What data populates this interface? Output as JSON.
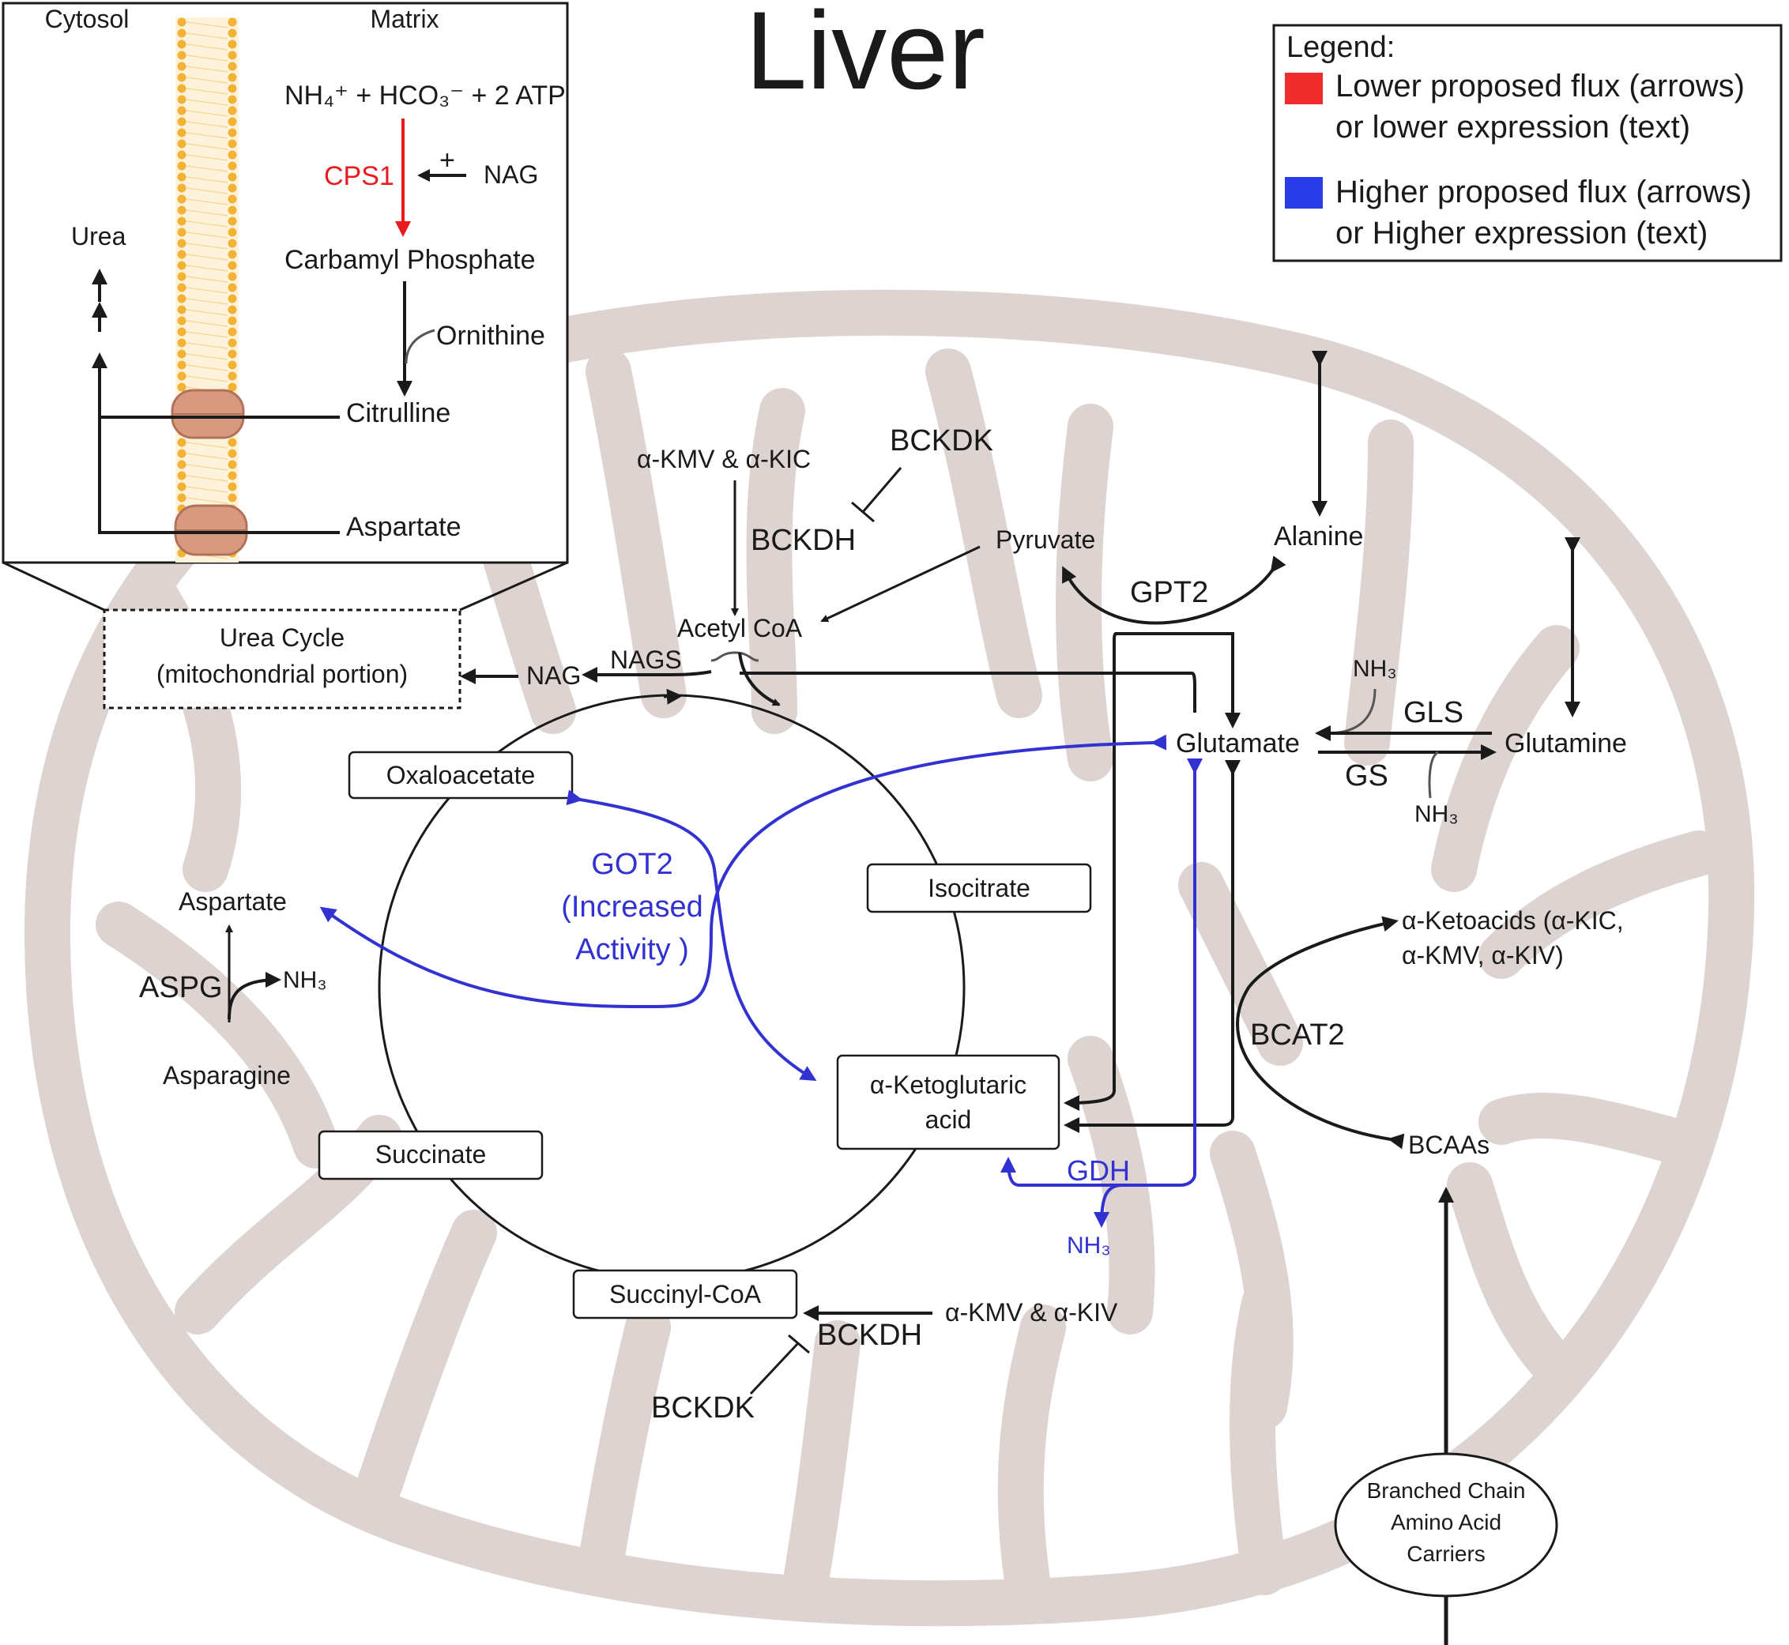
{
  "title": "Liver",
  "legend": {
    "heading": "Legend:",
    "red_color": "#ee2c2c",
    "red_line1": "Lower proposed flux (arrows)",
    "red_line2": "or lower expression (text)",
    "blue_color": "#2a3ce8",
    "blue_line1": "Higher proposed flux (arrows)",
    "blue_line2": "or Higher expression (text)"
  },
  "inset": {
    "cytosol": "Cytosol",
    "matrix": "Matrix",
    "reactants": "NH₄⁺ + HCO₃⁻ + 2 ATP",
    "cps1": "CPS1",
    "plus": "+",
    "nag": "NAG",
    "carbamyl": "Carbamyl Phosphate",
    "ornithine": "Ornithine",
    "urea": "Urea",
    "citrulline": "Citrulline",
    "aspartate": "Aspartate"
  },
  "urea_cycle_box": {
    "line1": "Urea Cycle",
    "line2": "(mitochondrial portion)"
  },
  "nodes": {
    "a_kmv_kic": "α-KMV & α-KIC",
    "bckdk_top": "BCKDK",
    "bckdh_top": "BCKDH",
    "pyruvate": "Pyruvate",
    "alanine": "Alanine",
    "gpt2": "GPT2",
    "acetyl_coa": "Acetyl CoA",
    "nags": "NAGS",
    "nag": "NAG",
    "nh3_gls": "NH₃",
    "gls": "GLS",
    "glutamate": "Glutamate",
    "glutamine": "Glutamine",
    "gs": "GS",
    "nh3_gs": "NH₃",
    "oxaloacetate": "Oxaloacetate",
    "got2_1": "GOT2",
    "got2_2": "(Increased",
    "got2_3": "Activity )",
    "isocitrate": "Isocitrate",
    "aspartate": "Aspartate",
    "aspg": "ASPG",
    "nh3_aspg": "NH₃",
    "asparagine": "Asparagine",
    "ketoacids_1": "α-Ketoacids (α-KIC,",
    "ketoacids_2": "α-KMV, α-KIV)",
    "bcat2": "BCAT2",
    "akg_1": "α-Ketoglutaric",
    "akg_2": "acid",
    "succinate": "Succinate",
    "gdh": "GDH",
    "nh3_gdh": "NH₃",
    "bcaas": "BCAAs",
    "succinyl_coa": "Succinyl-CoA",
    "a_kmv_kiv": "α-KMV & α-KIV",
    "bckdh_bottom": "BCKDH",
    "bckdk_bottom": "BCKDK",
    "carrier_1": "Branched Chain",
    "carrier_2": "Amino Acid",
    "carrier_3": "Carriers"
  }
}
